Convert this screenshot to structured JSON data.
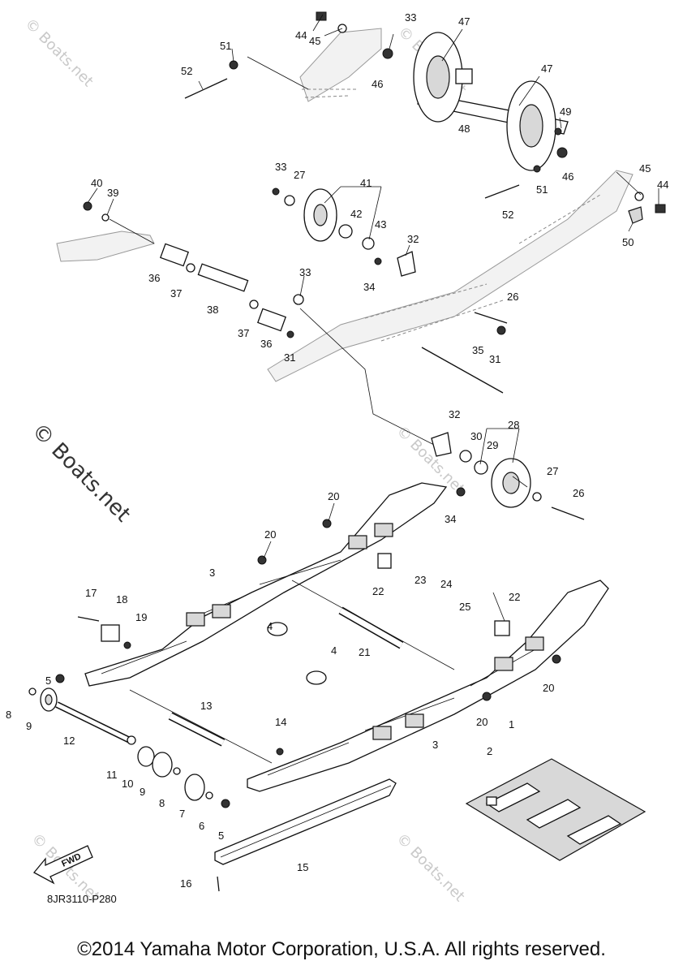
{
  "diagram": {
    "code": "8JR3110-P280",
    "fwd_label": "FWD",
    "watermark": "© Boats.net",
    "copyright": "©2014 Yamaha Motor Corporation, U.S.A. All rights reserved.",
    "callouts": [
      {
        "id": "c44a",
        "label": "44"
      },
      {
        "id": "c45a",
        "label": "45"
      },
      {
        "id": "c33a",
        "label": "33"
      },
      {
        "id": "c47a",
        "label": "47"
      },
      {
        "id": "c51a",
        "label": "51"
      },
      {
        "id": "c52a",
        "label": "52"
      },
      {
        "id": "c46a",
        "label": "46"
      },
      {
        "id": "c47b",
        "label": "47"
      },
      {
        "id": "c48",
        "label": "48"
      },
      {
        "id": "c49",
        "label": "49"
      },
      {
        "id": "c46b",
        "label": "46"
      },
      {
        "id": "c51b",
        "label": "51"
      },
      {
        "id": "c45b",
        "label": "45"
      },
      {
        "id": "c44b",
        "label": "44"
      },
      {
        "id": "c52b",
        "label": "52"
      },
      {
        "id": "c50",
        "label": "50"
      },
      {
        "id": "c33b",
        "label": "33"
      },
      {
        "id": "c27a",
        "label": "27"
      },
      {
        "id": "c41",
        "label": "41"
      },
      {
        "id": "c40",
        "label": "40"
      },
      {
        "id": "c39",
        "label": "39"
      },
      {
        "id": "c42",
        "label": "42"
      },
      {
        "id": "c43",
        "label": "43"
      },
      {
        "id": "c32a",
        "label": "32"
      },
      {
        "id": "c34a",
        "label": "34"
      },
      {
        "id": "c36a",
        "label": "36"
      },
      {
        "id": "c37a",
        "label": "37"
      },
      {
        "id": "c38",
        "label": "38"
      },
      {
        "id": "c33c",
        "label": "33"
      },
      {
        "id": "c37b",
        "label": "37"
      },
      {
        "id": "c36b",
        "label": "36"
      },
      {
        "id": "c26a",
        "label": "26"
      },
      {
        "id": "c31a",
        "label": "31"
      },
      {
        "id": "c31b",
        "label": "31"
      },
      {
        "id": "c35",
        "label": "35"
      },
      {
        "id": "c32b",
        "label": "32"
      },
      {
        "id": "c28",
        "label": "28"
      },
      {
        "id": "c30",
        "label": "30"
      },
      {
        "id": "c29",
        "label": "29"
      },
      {
        "id": "c27b",
        "label": "27"
      },
      {
        "id": "c26b",
        "label": "26"
      },
      {
        "id": "c34b",
        "label": "34"
      },
      {
        "id": "c20a",
        "label": "20"
      },
      {
        "id": "c20b",
        "label": "20"
      },
      {
        "id": "c3a",
        "label": "3"
      },
      {
        "id": "c22a",
        "label": "22"
      },
      {
        "id": "c17",
        "label": "17"
      },
      {
        "id": "c18",
        "label": "18"
      },
      {
        "id": "c19",
        "label": "19"
      },
      {
        "id": "c4a",
        "label": "4"
      },
      {
        "id": "c23",
        "label": "23"
      },
      {
        "id": "c24",
        "label": "24"
      },
      {
        "id": "c25",
        "label": "25"
      },
      {
        "id": "c22b",
        "label": "22"
      },
      {
        "id": "c21",
        "label": "21"
      },
      {
        "id": "c4b",
        "label": "4"
      },
      {
        "id": "c5a",
        "label": "5"
      },
      {
        "id": "c20c",
        "label": "20"
      },
      {
        "id": "c20d",
        "label": "20"
      },
      {
        "id": "c8a",
        "label": "8"
      },
      {
        "id": "c9a",
        "label": "9"
      },
      {
        "id": "c13",
        "label": "13"
      },
      {
        "id": "c12",
        "label": "12"
      },
      {
        "id": "c3b",
        "label": "3"
      },
      {
        "id": "c14",
        "label": "14"
      },
      {
        "id": "c1",
        "label": "1"
      },
      {
        "id": "c2",
        "label": "2"
      },
      {
        "id": "c11",
        "label": "11"
      },
      {
        "id": "c10",
        "label": "10"
      },
      {
        "id": "c9b",
        "label": "9"
      },
      {
        "id": "c8b",
        "label": "8"
      },
      {
        "id": "c7",
        "label": "7"
      },
      {
        "id": "c6",
        "label": "6"
      },
      {
        "id": "c5b",
        "label": "5"
      },
      {
        "id": "c15",
        "label": "15"
      },
      {
        "id": "c16",
        "label": "16"
      }
    ]
  }
}
